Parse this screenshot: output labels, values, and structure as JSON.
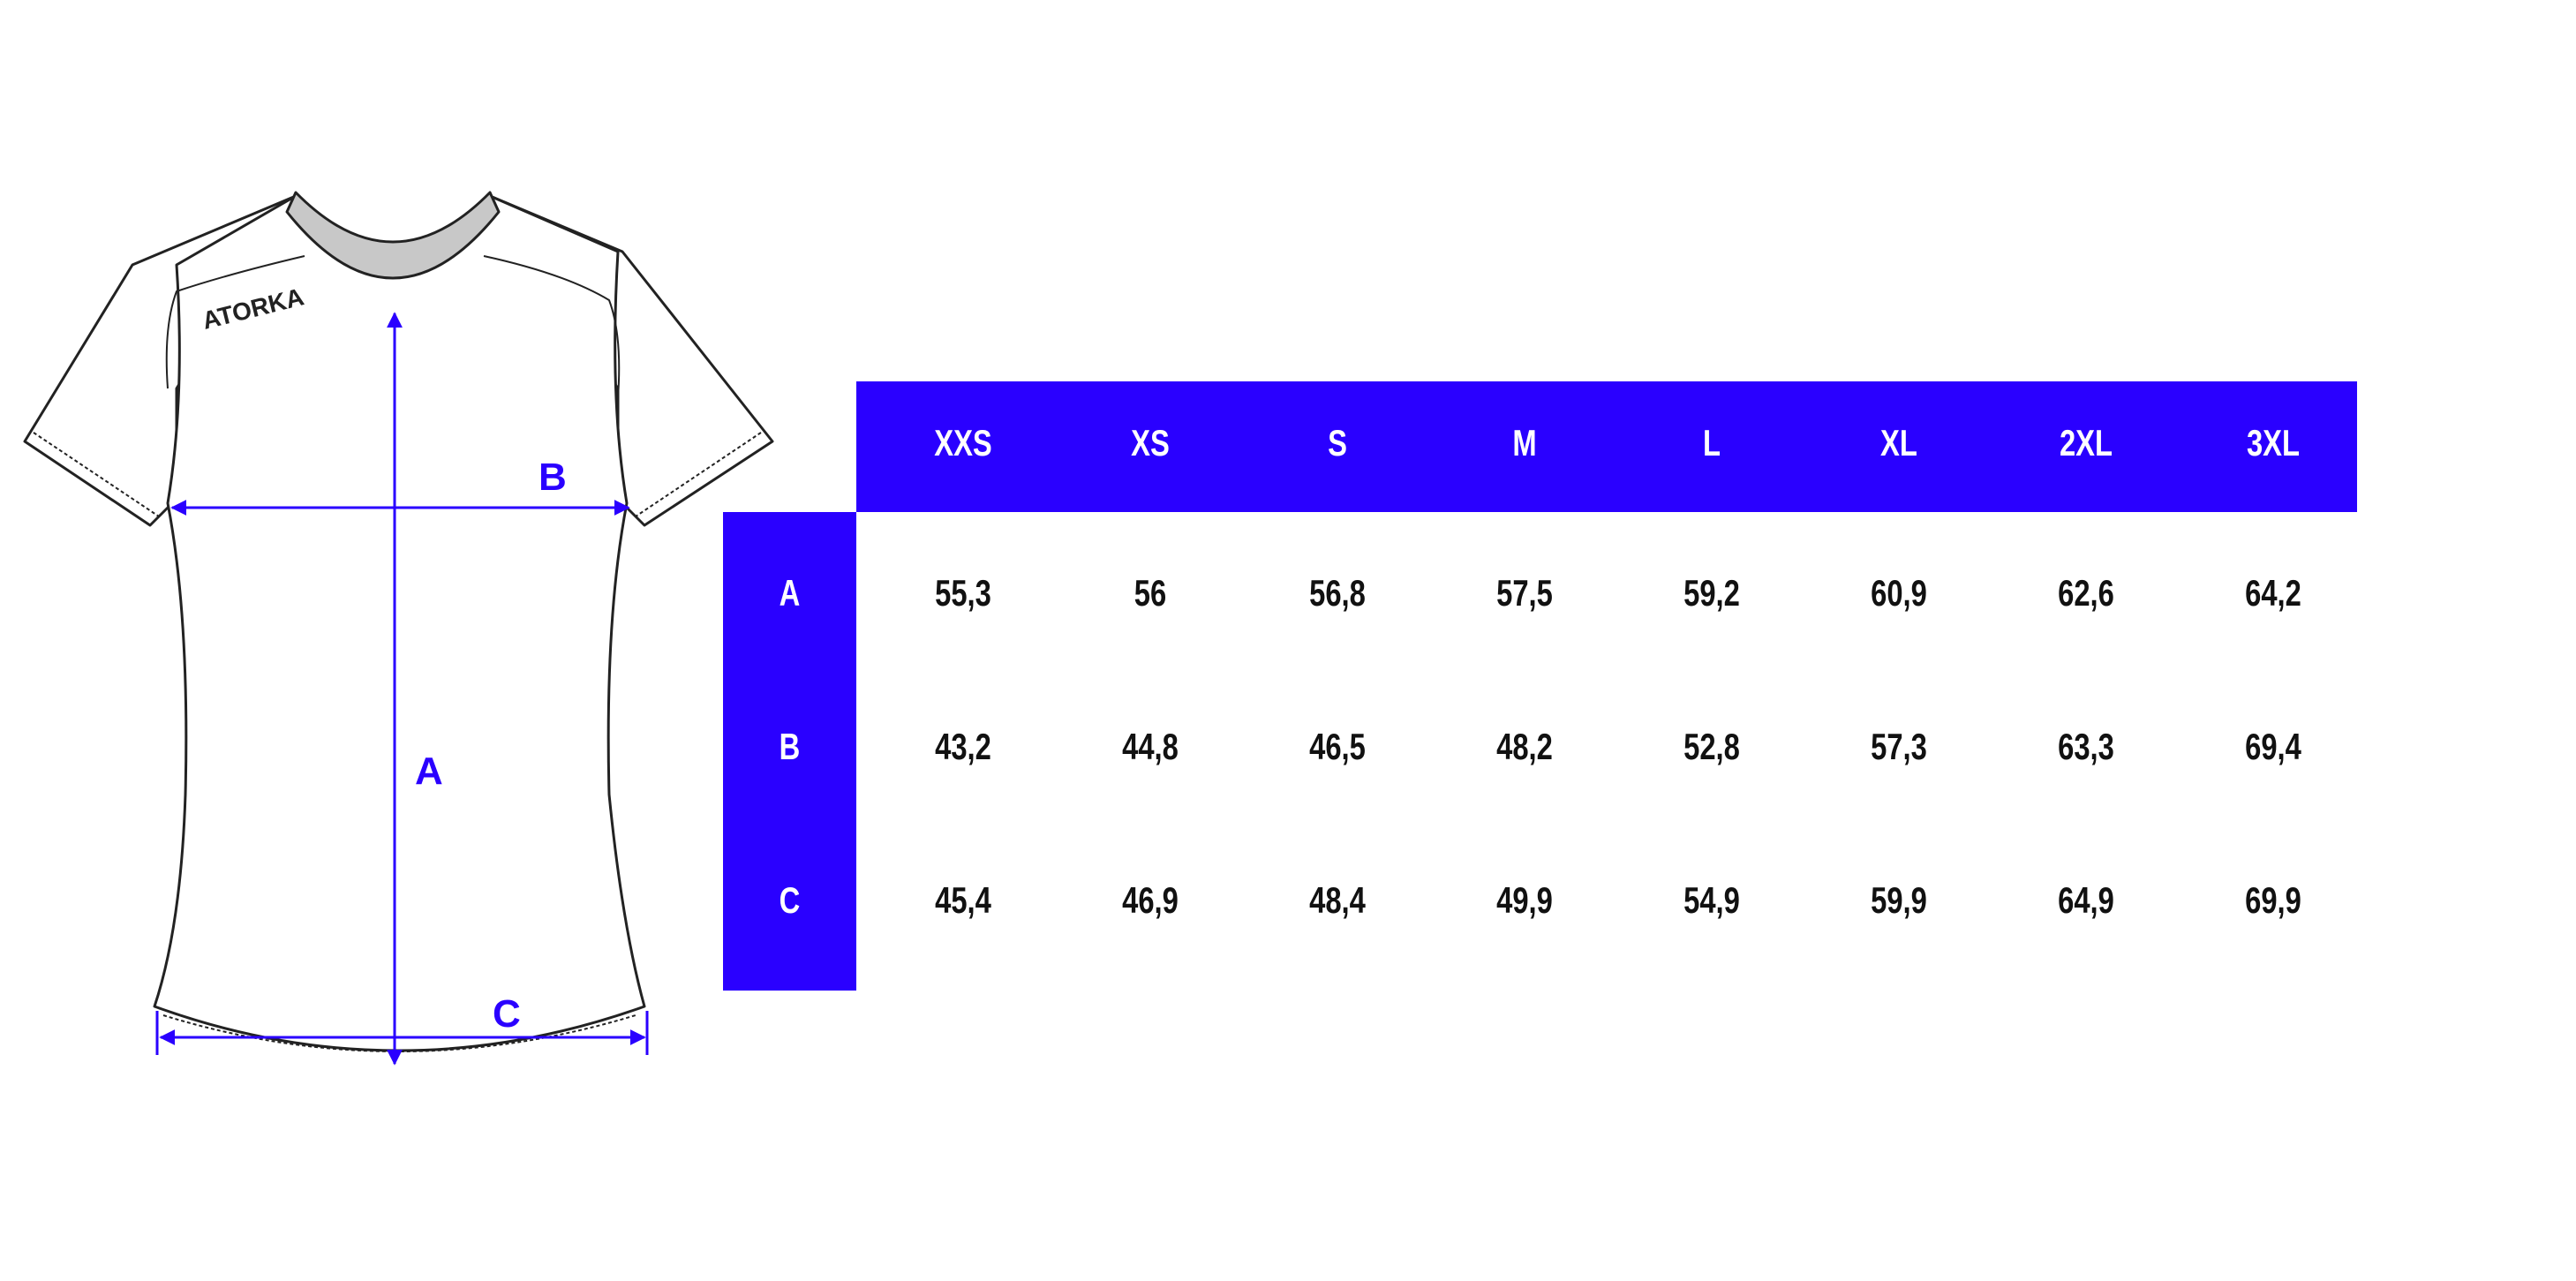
{
  "diagram": {
    "brand_logo": "ATORKA",
    "dimension_labels": {
      "a": "A",
      "b": "B",
      "c": "C"
    },
    "accent_color": "#2a00ff"
  },
  "size_table": {
    "sizes": [
      "XXS",
      "XS",
      "S",
      "M",
      "L",
      "XL",
      "2XL",
      "3XL"
    ],
    "rows": [
      {
        "label": "A",
        "values": [
          "55,3",
          "56",
          "56,8",
          "57,5",
          "59,2",
          "60,9",
          "62,6",
          "64,2"
        ]
      },
      {
        "label": "B",
        "values": [
          "43,2",
          "44,8",
          "46,5",
          "48,2",
          "52,8",
          "57,3",
          "63,3",
          "69,4"
        ]
      },
      {
        "label": "C",
        "values": [
          "45,4",
          "46,9",
          "48,4",
          "49,9",
          "54,9",
          "59,9",
          "64,9",
          "69,9"
        ]
      }
    ]
  }
}
